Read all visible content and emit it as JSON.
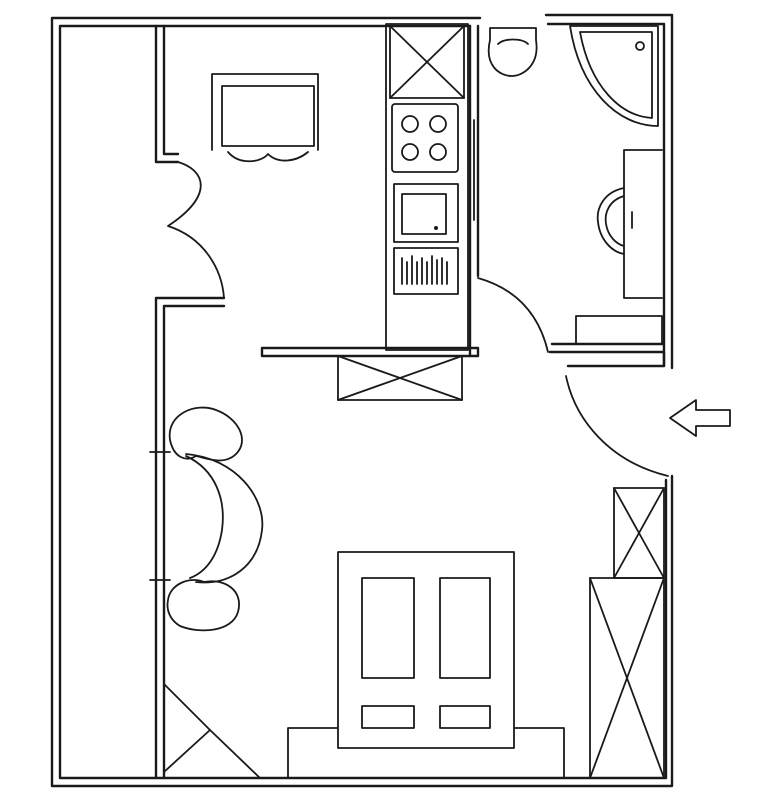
{
  "diagram": {
    "type": "floor-plan",
    "style": "hand-drawn line sketch",
    "colors": {
      "ink": "#1a1a1a",
      "paper": "#ffffff"
    },
    "rooms": [
      "living-room",
      "kitchenette",
      "bathroom",
      "entrance-hall"
    ],
    "fixtures": [
      "wardrobe",
      "sink",
      "cooktop",
      "oven",
      "dish-rack",
      "cabinet",
      "toilet",
      "shower",
      "washbasin",
      "bath-cabinet",
      "bench-cabinet",
      "sofa",
      "bed",
      "tall-cabinet",
      "corner-cabinet"
    ],
    "icons": [
      "entrance-arrow-icon"
    ]
  }
}
